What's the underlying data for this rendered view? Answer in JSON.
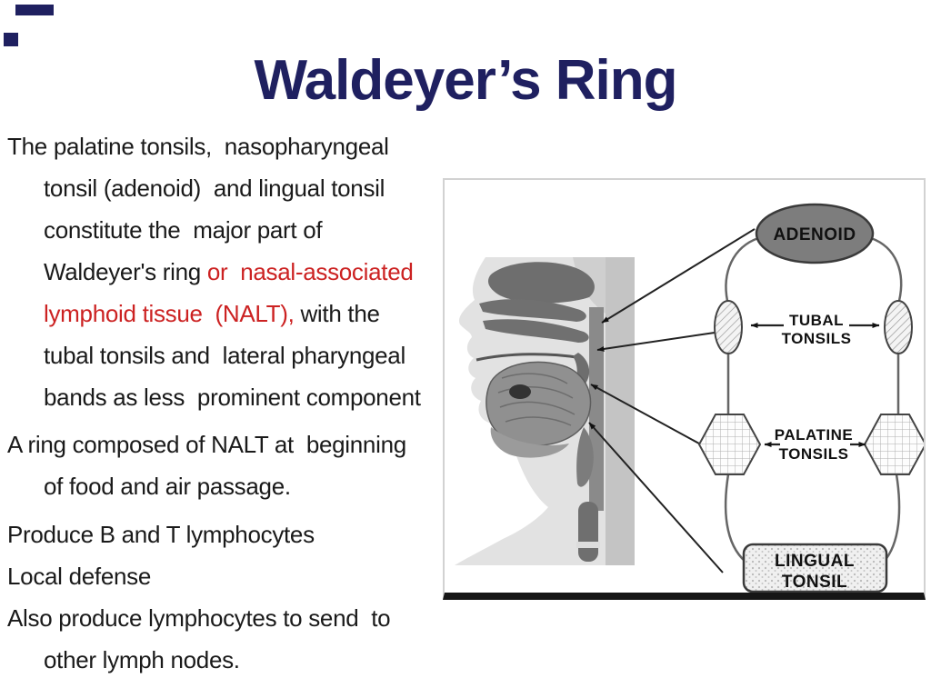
{
  "slide": {
    "title": "Waldeyer’s Ring"
  },
  "colors": {
    "title": "#1f2060",
    "text": "#1a1a1a",
    "accent_red": "#cc2222",
    "panel_border": "#d2d2d2",
    "panel_bottom_bar": "#161616",
    "adenoid_fill": "#7d7d7d"
  },
  "body": {
    "paragraphs": [
      {
        "lines": [
          [
            {
              "t": "The palatine tonsils,  nasopharyngeal"
            }
          ],
          [
            {
              "t": "tonsil (adenoid)  and lingual tonsil"
            }
          ],
          [
            {
              "t": "constitute the  major part of"
            }
          ],
          [
            {
              "t": "Waldeyer's ring "
            },
            {
              "t": "or  nasal-associated",
              "red": true
            }
          ],
          [
            {
              "t": "lymphoid tissue  (NALT),",
              "red": true
            },
            {
              "t": " with the"
            }
          ],
          [
            {
              "t": "tubal tonsils and  lateral pharyngeal"
            }
          ],
          [
            {
              "t": "bands as less  prominent component"
            }
          ]
        ]
      },
      {
        "lines": [
          [
            {
              "t": "A ring composed of NALT at  beginning"
            }
          ],
          [
            {
              "t": "of food and air passage."
            }
          ]
        ]
      },
      {
        "lines": [
          [
            {
              "t": "Produce B and T lymphocytes"
            }
          ]
        ]
      },
      {
        "lines": [
          [
            {
              "t": "Local defense"
            }
          ]
        ]
      },
      {
        "lines": [
          [
            {
              "t": "Also produce lymphocytes to send  to"
            }
          ],
          [
            {
              "t": "other lymph nodes."
            }
          ]
        ]
      }
    ]
  },
  "diagram": {
    "labels": {
      "adenoid": "ADENOID",
      "tubal_line1": "TUBAL",
      "tubal_line2": "TONSILS",
      "palatine_line1": "PALATINE",
      "palatine_line2": "TONSILS",
      "lingual_line1": "LINGUAL",
      "lingual_line2": "TONSIL"
    }
  }
}
